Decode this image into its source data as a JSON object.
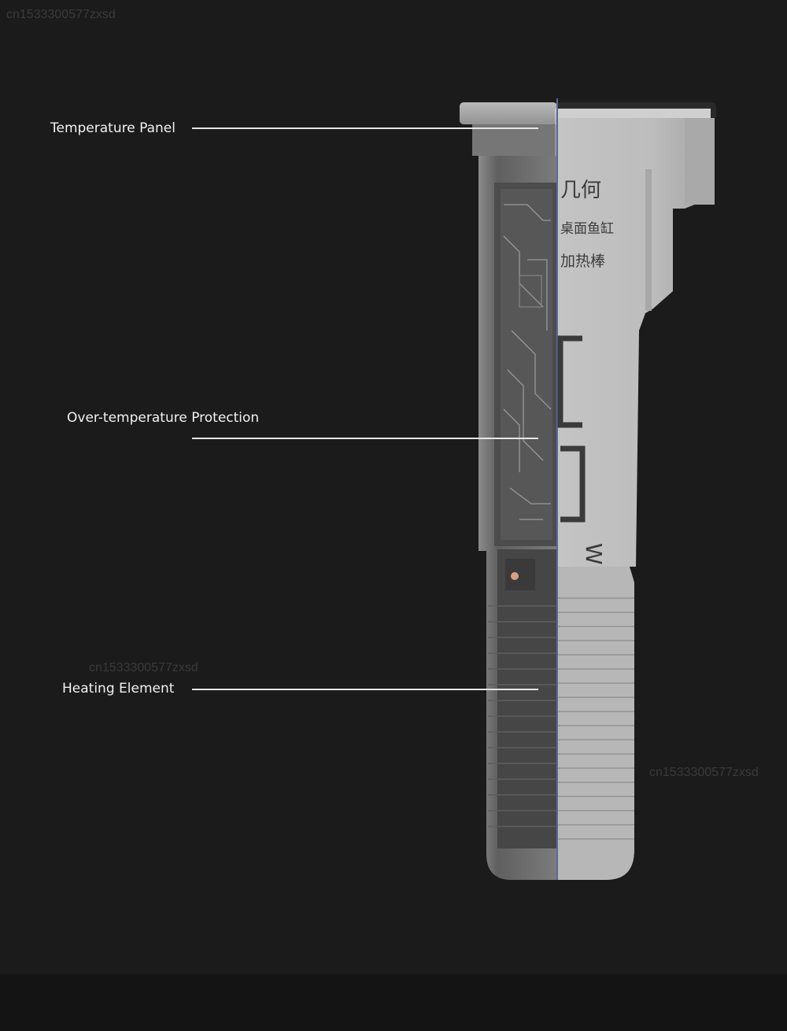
{
  "watermarks": [
    {
      "id": "wm-top-left",
      "text": "cn1533300577zxsd"
    },
    {
      "id": "wm-middle",
      "text": "cn1533300577zxsd"
    },
    {
      "id": "wm-right",
      "text": "cn1533300577zxsd"
    }
  ],
  "callouts": [
    {
      "id": "temperature-panel",
      "label": "Temperature Panel"
    },
    {
      "id": "over-temperature-protection",
      "label": "Over-temperature Protection"
    },
    {
      "id": "heating-element",
      "label": "Heating Element"
    }
  ],
  "device": {
    "brand_text": "几何",
    "line1_text": "桌面鱼缸",
    "line2_text": "加热棒",
    "wattage_unit": "W",
    "colors": {
      "body": "#b9b9b9",
      "body_shadow": "#9e9e9e",
      "clear_shell": "#6f6f6f",
      "pcb": "#5a5a5a",
      "accent_line": "#4f5d86"
    }
  }
}
